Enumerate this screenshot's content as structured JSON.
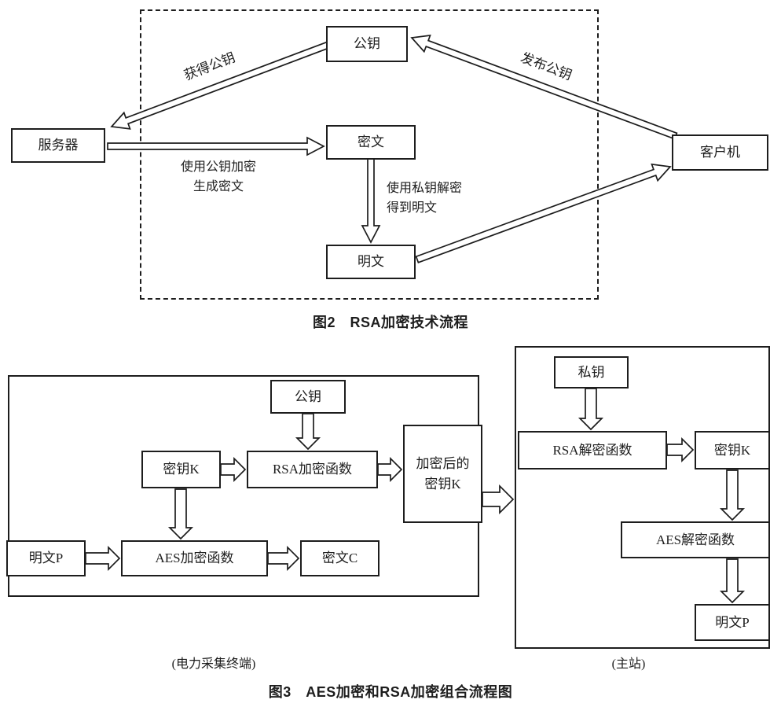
{
  "colors": {
    "ink": "#1d1d1d",
    "paper": "#ffffff"
  },
  "fig2": {
    "caption": "图2　RSA加密技术流程",
    "nodes": {
      "public_key": "公钥",
      "server": "服务器",
      "cipher": "密文",
      "plain": "明文",
      "client": "客户机"
    },
    "edge_labels": {
      "obtain": "获得公钥",
      "publish": "发布公钥",
      "encrypt": "使用公钥加密\n生成密文",
      "decrypt": "使用私钥解密\n得到明文"
    }
  },
  "fig3": {
    "caption": "图3　AES加密和RSA加密组合流程图",
    "terminal": {
      "caption": "(电力采集终端)",
      "nodes": {
        "public_key": "公钥",
        "key_k": "密钥K",
        "rsa_encrypt": "RSA加密函数",
        "encrypted_key": "加密后的\n密钥K",
        "plain_p": "明文P",
        "aes_encrypt": "AES加密函数",
        "cipher_c": "密文C"
      }
    },
    "station": {
      "caption": "(主站)",
      "nodes": {
        "private_key": "私钥",
        "rsa_decrypt": "RSA解密函数",
        "key_k": "密钥K",
        "aes_decrypt": "AES解密函数",
        "plain_p": "明文P"
      }
    }
  }
}
